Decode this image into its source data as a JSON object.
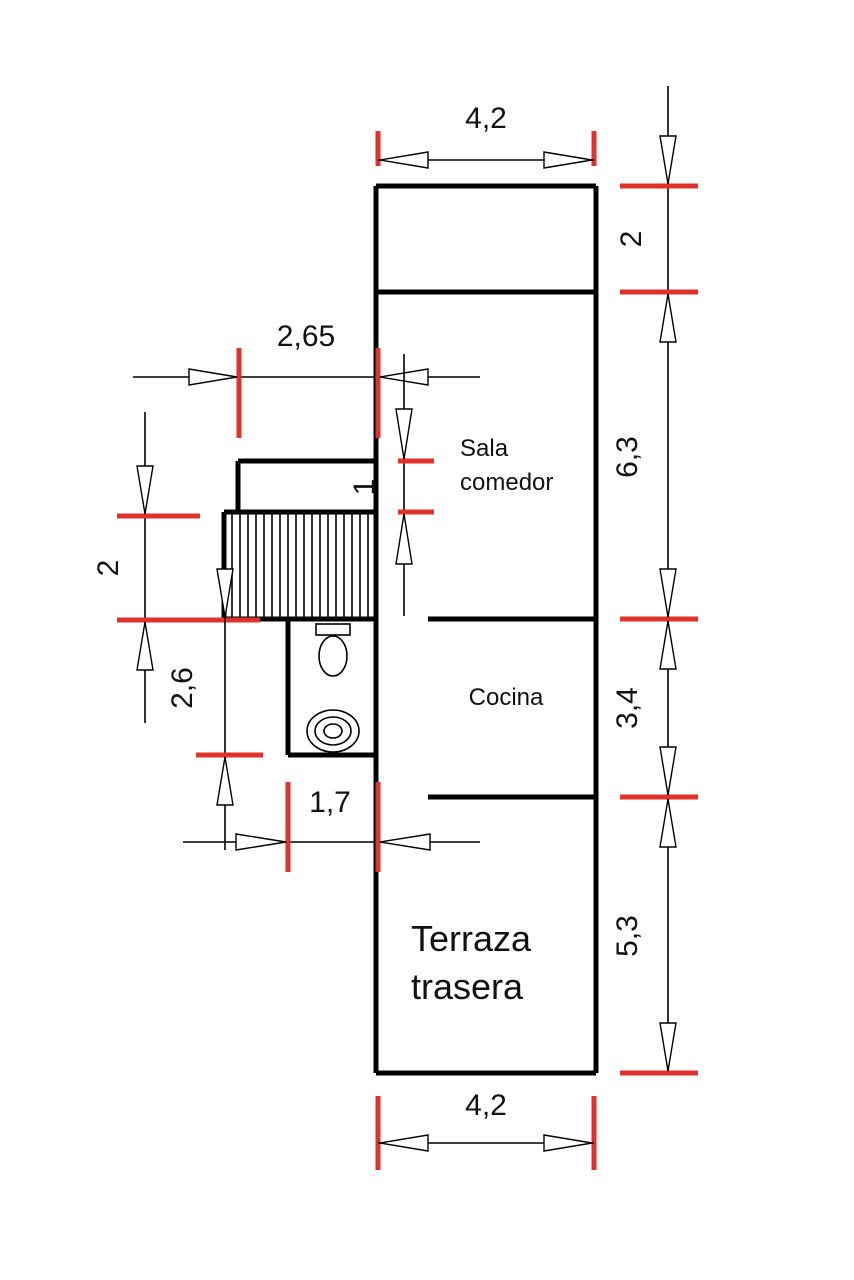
{
  "plan": {
    "rooms": {
      "sala_comedor": {
        "line1": "Sala",
        "line2": "comedor"
      },
      "cocina": "Cocina",
      "terraza": {
        "line1": "Terraza",
        "line2": "trasera"
      }
    },
    "dimensions": {
      "top_width": "4,2",
      "bottom_width": "4,2",
      "right_1": "2",
      "right_2": "6,3",
      "right_3": "3,4",
      "right_4": "5,3",
      "left_offset": "2,65",
      "left_step": "1",
      "left_height_1": "2",
      "left_height_2": "2,6",
      "bath_width": "1,7"
    },
    "colors": {
      "wall": "#000000",
      "dimension_tick": "#e0322a"
    }
  }
}
